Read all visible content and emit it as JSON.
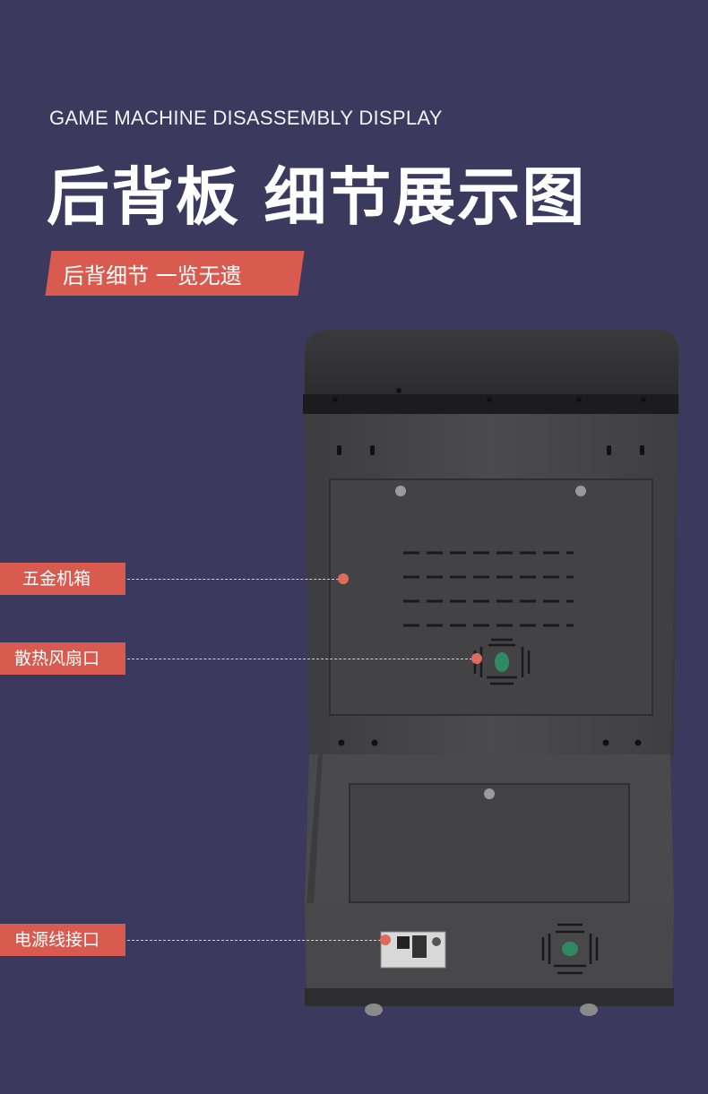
{
  "header": {
    "subtitle_en": "GAME MACHINE DISASSEMBLY DISPLAY",
    "title_cn": "后背板 细节展示图",
    "tag": "后背细节 一览无遗"
  },
  "callouts": [
    {
      "label": "五金机箱"
    },
    {
      "label": "散热风扇口"
    },
    {
      "label": "电源线接口"
    }
  ],
  "colors": {
    "background": "#3b3a5e",
    "accent": "#d95a4e",
    "cabinet": "#4a4a4c"
  }
}
